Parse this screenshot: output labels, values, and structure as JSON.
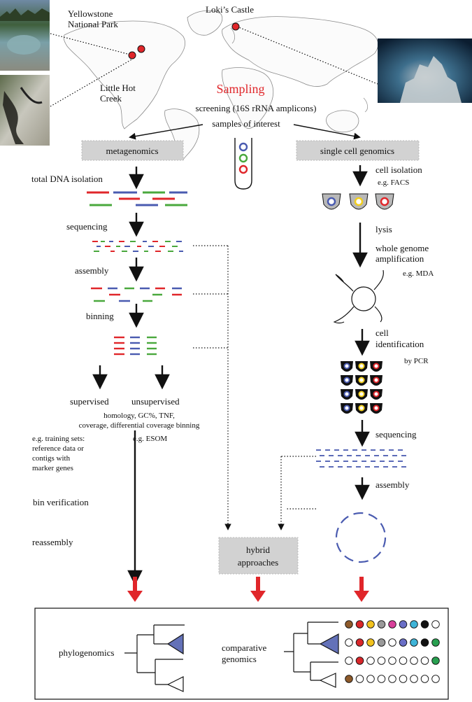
{
  "locations": {
    "yellowstone": "Yellowstone\nNational Park",
    "lokis_castle": "Loki’s Castle",
    "little_hot_creek": "Little Hot\nCreek"
  },
  "top": {
    "sampling": "Sampling",
    "screening": "screening (16S rRNA amplicons)",
    "samples_of_interest": "samples of interest"
  },
  "branches": {
    "metagenomics": "metagenomics",
    "single_cell": "single cell genomics",
    "hybrid": "hybrid\napproaches"
  },
  "meta_steps": {
    "dna_isolation": "total DNA isolation",
    "sequencing": "sequencing",
    "assembly": "assembly",
    "binning": "binning",
    "supervised": "supervised",
    "unsupervised": "unsupervised",
    "binning_features": "homology, GC%, TNF,\ncoverage, differential coverage binning",
    "supervised_example": "e.g. training sets:\nreference data or\ncontigs with\nmarker genes",
    "unsupervised_example": "e.g. ESOM",
    "bin_verification": "bin verification",
    "reassembly": "reassembly"
  },
  "sc_steps": {
    "cell_isolation": "cell isolation",
    "facs": "e.g. FACS",
    "lysis": "lysis",
    "wga": "whole genome\namplification",
    "mda": "e.g. MDA",
    "cell_identification": "cell\nidentification",
    "by_pcr": "by PCR",
    "sequencing": "sequencing",
    "assembly": "assembly"
  },
  "bottom": {
    "phylogenomics": "phylogenomics",
    "comparative": "comparative\ngenomics"
  },
  "colors": {
    "red": "#e0262a",
    "blue": "#4a5bb0",
    "green": "#4aa83d",
    "yellow": "#f2cf1e",
    "triangle_fill": "#6371b8",
    "box_fill": "#d2d2d2",
    "map_outline": "#8a8a8a",
    "dot_colors": {
      "brown": "#8e5a2a",
      "red": "#d8262a",
      "yellow": "#f2c21e",
      "gray": "#9a9a9a",
      "pink": "#d8409a",
      "blue": "#6a6fc6",
      "cyan": "#3fb4d8",
      "black": "#111111",
      "green": "#28a050",
      "white": "#ffffff"
    }
  },
  "genome_dot_rows": [
    [
      "brown",
      "red",
      "yellow",
      "gray",
      "pink",
      "blue",
      "cyan",
      "black",
      "white"
    ],
    [
      "white",
      "red",
      "yellow",
      "gray",
      "white",
      "blue",
      "cyan",
      "black",
      "green"
    ],
    [
      "white",
      "red",
      "white",
      "white",
      "white",
      "white",
      "white",
      "white",
      "green"
    ],
    [
      "brown",
      "white",
      "white",
      "white",
      "white",
      "white",
      "white",
      "white",
      "white"
    ]
  ]
}
